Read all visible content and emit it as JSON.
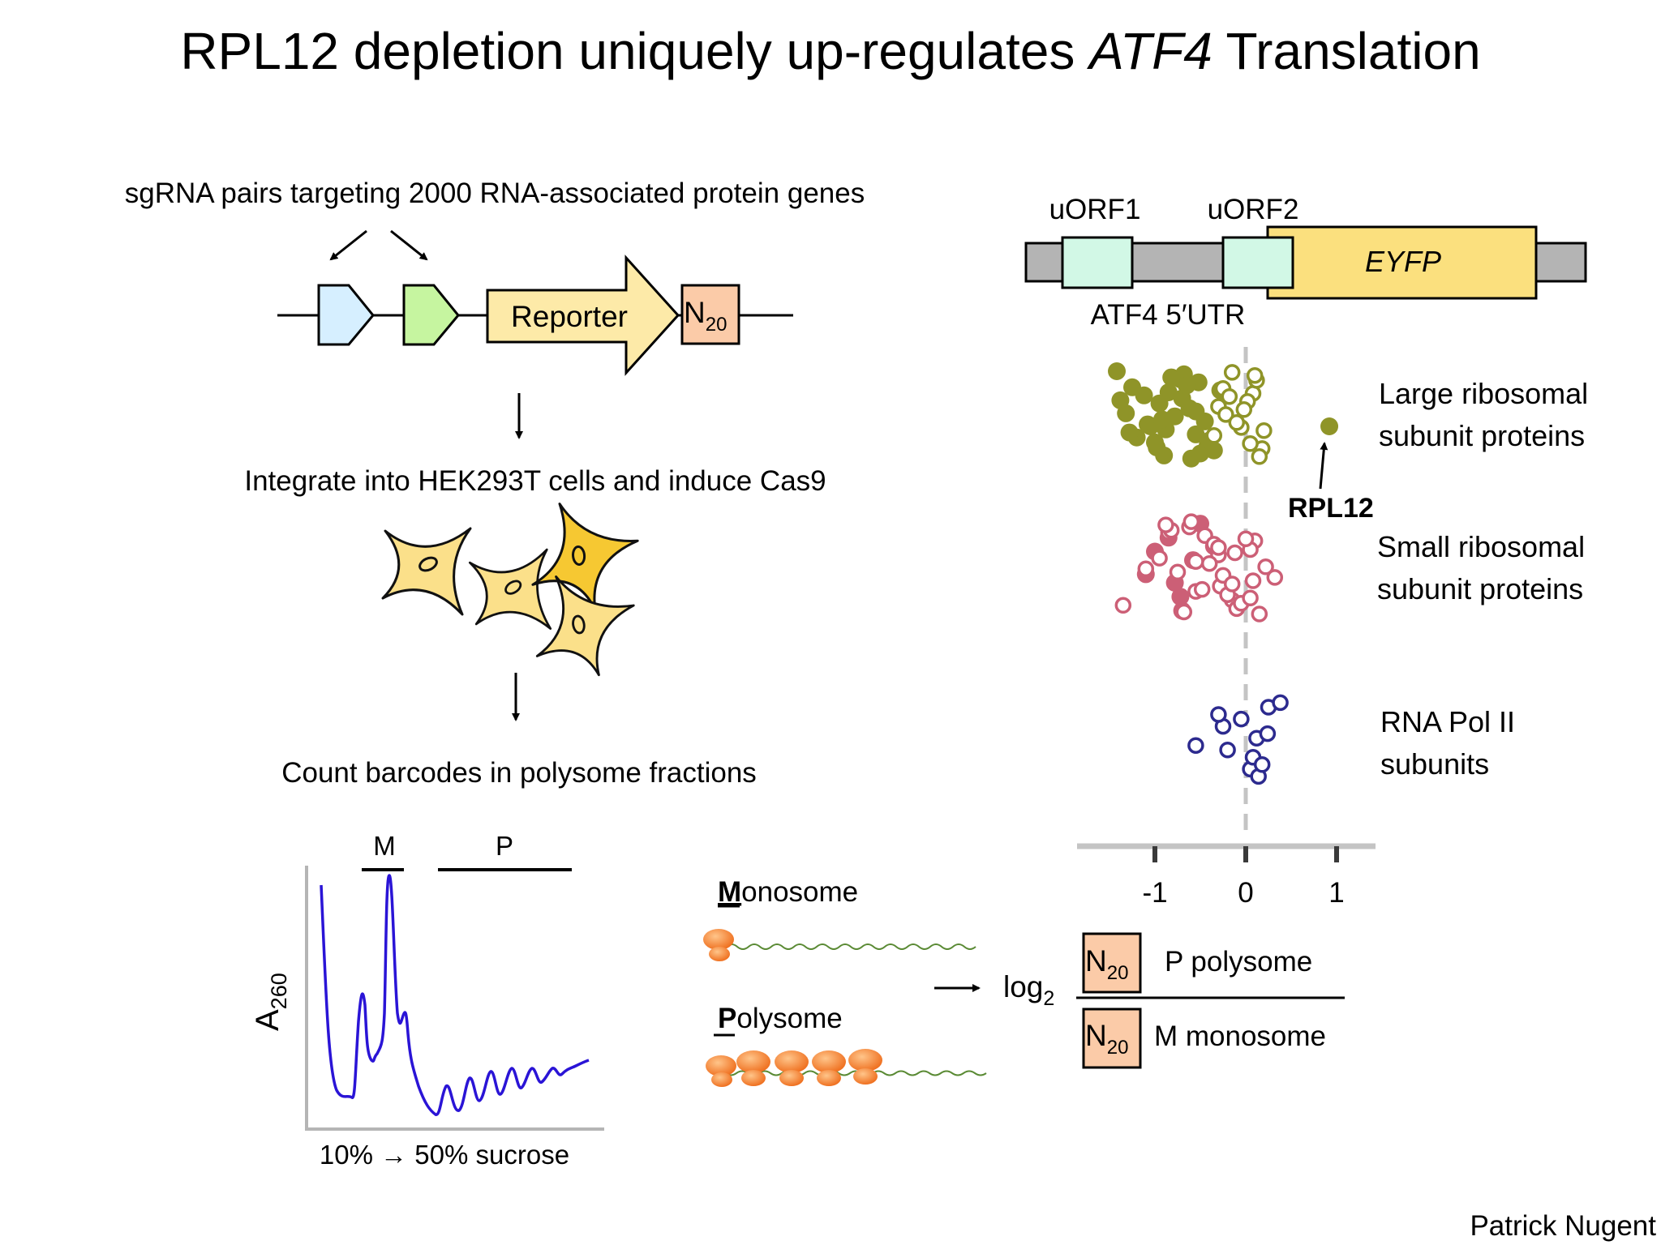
{
  "title": {
    "main": "RPL12 depletion uniquely up-regulates ",
    "italic": "ATF4",
    "tail": " Translation"
  },
  "workflow": {
    "step1": "sgRNA pairs targeting 2000 RNA-associated protein genes",
    "reporter_label": "Reporter",
    "barcode_label": "N",
    "barcode_sub": "20",
    "step2": "Integrate into HEK293T cells and induce Cas9",
    "step3": "Count barcodes in polysome fractions"
  },
  "profile": {
    "ylabel": "A",
    "ylabel_sub": "260",
    "xlabel": "10% → 50% sucrose",
    "m_label": "M",
    "p_label": "P",
    "line_color": "#2a14d6"
  },
  "ribosomes": {
    "monosome_initial": "M",
    "monosome_rest": "onosome",
    "polysome_initial": "P",
    "polysome_rest": "olysome",
    "color": "#f07a2a"
  },
  "formula": {
    "log": "log",
    "log_sub": "2",
    "n_label": "N",
    "n_sub": "20",
    "numerator_label": "P polysome",
    "denominator_label": "M monosome"
  },
  "construct": {
    "uorf1": "uORF1",
    "uorf2": "uORF2",
    "eyfp": "EYFP",
    "utr_label": "ATF4 5′UTR"
  },
  "dotplot": {
    "axis_ticks": [
      "-1",
      "0",
      "1"
    ],
    "highlight_label": "RPL12",
    "group_labels": {
      "large_1": "Large ribosomal",
      "large_2": "subunit proteins",
      "small_1": "Small ribosomal",
      "small_2": "subunit proteins",
      "pol_1": "RNA Pol II",
      "pol_2": "subunits"
    },
    "colors": {
      "large": "#8f9428",
      "small": "#cc5f76",
      "pol": "#2c2a8e"
    }
  },
  "chart_data": {
    "type": "scatter",
    "title": "",
    "xlabel": "",
    "ylabel": "",
    "xlim": [
      -1.9,
      1.4
    ],
    "x_ticks": [
      -1,
      0,
      1
    ],
    "series": [
      {
        "name": "Large ribosomal subunit proteins",
        "color": "#8f9428",
        "filled_x": [
          -1.42,
          -1.05,
          -0.85,
          -0.98,
          -1.32,
          -0.72,
          -0.55,
          -1.38,
          -0.9,
          -0.45,
          -1.25,
          -1.0,
          -0.62,
          -0.68,
          -0.88,
          -1.12,
          -0.35,
          -0.78,
          -0.52,
          -1.2,
          -0.95,
          -0.6,
          -1.08,
          -0.28,
          -0.42,
          -0.55,
          -0.82,
          -1.28,
          -0.7,
          -0.5,
          -0.92,
          -0.65,
          -0.4
        ],
        "open_x": [
          -0.3,
          -0.15,
          -0.05,
          0.08,
          0.18,
          -0.22,
          0.12,
          -0.35,
          0.02,
          0.15,
          -0.1,
          -0.25,
          0.05,
          -0.02,
          0.1,
          0.2,
          -0.18
        ],
        "highlight": {
          "label": "RPL12",
          "x": 0.92
        }
      },
      {
        "name": "Small ribosomal subunit proteins",
        "color": "#cc5f76",
        "filled_x": [
          -1.0,
          -0.7,
          -1.1,
          -0.85,
          -0.72,
          -0.58,
          -0.5,
          -0.78,
          -0.35
        ],
        "open_x": [
          -1.35,
          -1.1,
          -0.85,
          -0.55,
          -0.3,
          0.15,
          0.32,
          0.1,
          -0.15,
          -0.4,
          -0.62,
          -0.28,
          0.05,
          -0.1,
          -0.75,
          -0.45,
          -0.2,
          -0.95,
          -0.6,
          0.08,
          -0.35,
          -0.05,
          0.22,
          -0.82,
          -0.48,
          -0.12,
          -0.68,
          -0.25,
          0.0,
          0.05,
          -0.55,
          -0.88,
          -0.15,
          -0.3
        ]
      },
      {
        "name": "RNA Pol II subunits",
        "color": "#2c2a8e",
        "filled_x": [],
        "open_x": [
          -0.2,
          -0.05,
          0.05,
          0.12,
          0.25,
          0.08,
          -0.25,
          0.14,
          -0.55,
          -0.3,
          0.18,
          0.24,
          0.38
        ]
      }
    ]
  },
  "footer": {
    "author": "Patrick Nugent"
  }
}
